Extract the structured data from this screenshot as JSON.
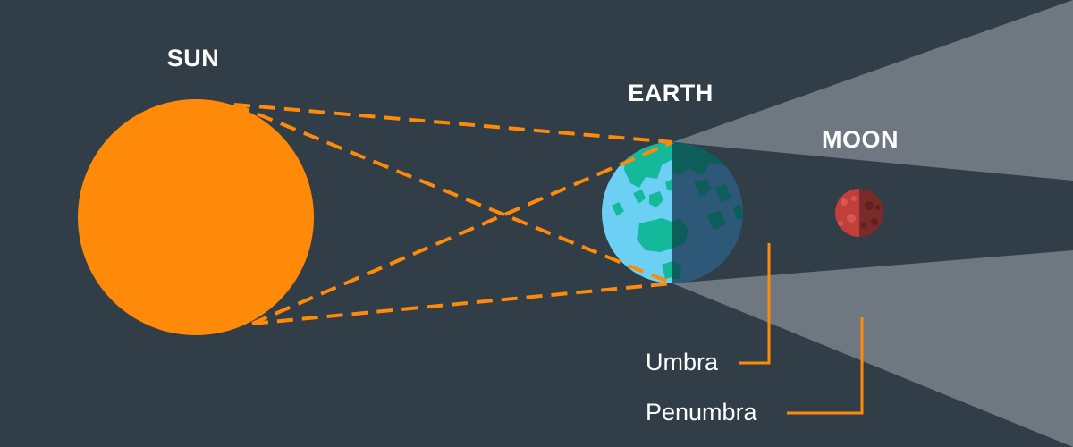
{
  "labels": {
    "sun": "SUN",
    "earth": "EARTH",
    "moon": "MOON",
    "umbra": "Umbra",
    "penumbra": "Penumbra"
  },
  "colors": {
    "background": "#313d47",
    "sun": "#ff8a0a",
    "earth_lit_ocean": "#6cd0f5",
    "earth_lit_land": "#14b89a",
    "earth_dark_ocean": "#2e5878",
    "earth_dark_land": "#0d5e5a",
    "moon_lit": "#c23e3a",
    "moon_dark": "#7a2a28",
    "shadow_cone": "#6f7880",
    "ray_lines": "#ff8a0a",
    "pointer_lines": "#ff8a0a",
    "text": "#ffffff"
  }
}
